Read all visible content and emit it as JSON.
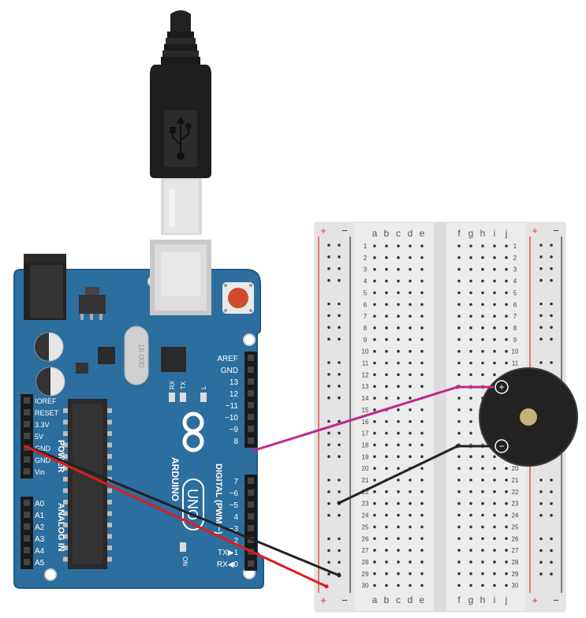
{
  "usb_cable": {
    "icon": "usb-icon"
  },
  "arduino": {
    "brand": "ARDUINO",
    "model": "UNO",
    "crystal": "16.000",
    "power_header_labels": [
      "IOREF",
      "RESET",
      "3.3V",
      "5V",
      "GND",
      "GND",
      "Vin"
    ],
    "analog_labels": [
      "A0",
      "A1",
      "A2",
      "A3",
      "A4",
      "A5"
    ],
    "section_power": "POWER",
    "section_analog": "ANALOG IN",
    "section_digital": "DIGITAL (PWM ~)",
    "led_labels": [
      "RX",
      "TX",
      "L"
    ],
    "on_label": "ON",
    "digital_top_labels": [
      "AREF",
      "GND",
      "13",
      "12",
      "~11",
      "~10",
      "~9",
      "8"
    ],
    "digital_bottom_labels": [
      "7",
      "~6",
      "~5",
      "4",
      "~3",
      "2",
      "TX▶1",
      "RX◀0"
    ]
  },
  "breadboard": {
    "plus": "+",
    "minus": "−",
    "cols_left": [
      "a",
      "b",
      "c",
      "d",
      "e"
    ],
    "cols_right": [
      "f",
      "g",
      "h",
      "i",
      "j"
    ],
    "rows": 30
  },
  "buzzer": {
    "plus": "+",
    "minus": "−"
  },
  "colors": {
    "board": "#2c6e9e",
    "board_edge": "#1f5a85",
    "wire_signal": "#c0288c",
    "wire_ground": "#222222",
    "wire_power": "#e01b1b",
    "rail_red": "#e03030",
    "rail_black": "#333333",
    "buzzer_body": "#222222",
    "buzzer_center": "#c6b37a"
  }
}
